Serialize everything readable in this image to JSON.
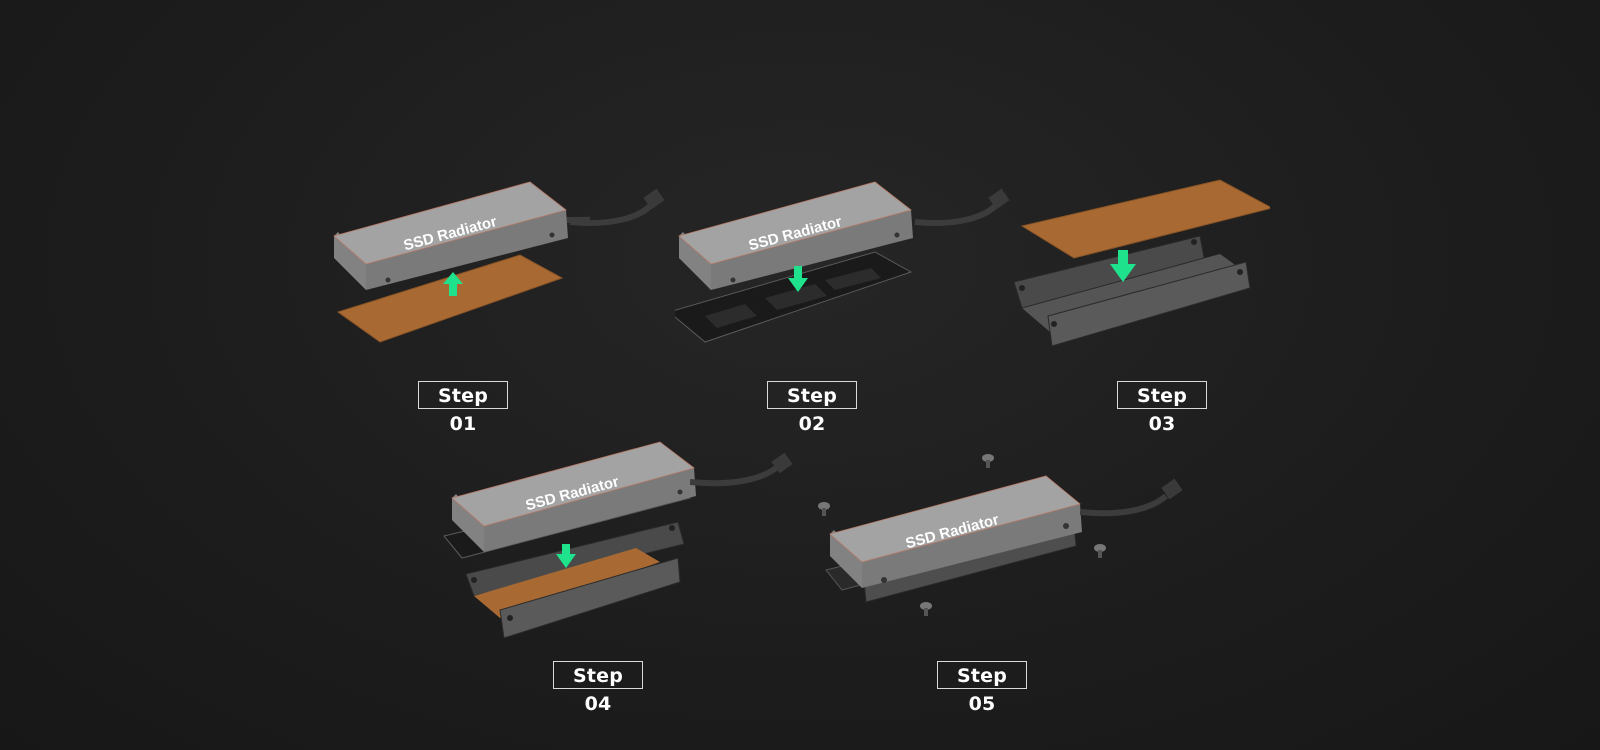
{
  "colors": {
    "background": "#1d1d1d",
    "radiator_top": "#9a9a9a",
    "radiator_front": "#7e7e7e",
    "thermal_pad": "#a86a32",
    "arrow": "#1ee28c",
    "bracket": "#4a4a4a",
    "label_border": "#d9d9d9"
  },
  "radiator_text": "SSD Radiator",
  "steps": [
    {
      "label": "Step 01",
      "arrow": "up"
    },
    {
      "label": "Step 02",
      "arrow": "down"
    },
    {
      "label": "Step 03",
      "arrow": "down"
    },
    {
      "label": "Step 04",
      "arrow": "down"
    },
    {
      "label": "Step 05",
      "arrow": "none"
    }
  ]
}
